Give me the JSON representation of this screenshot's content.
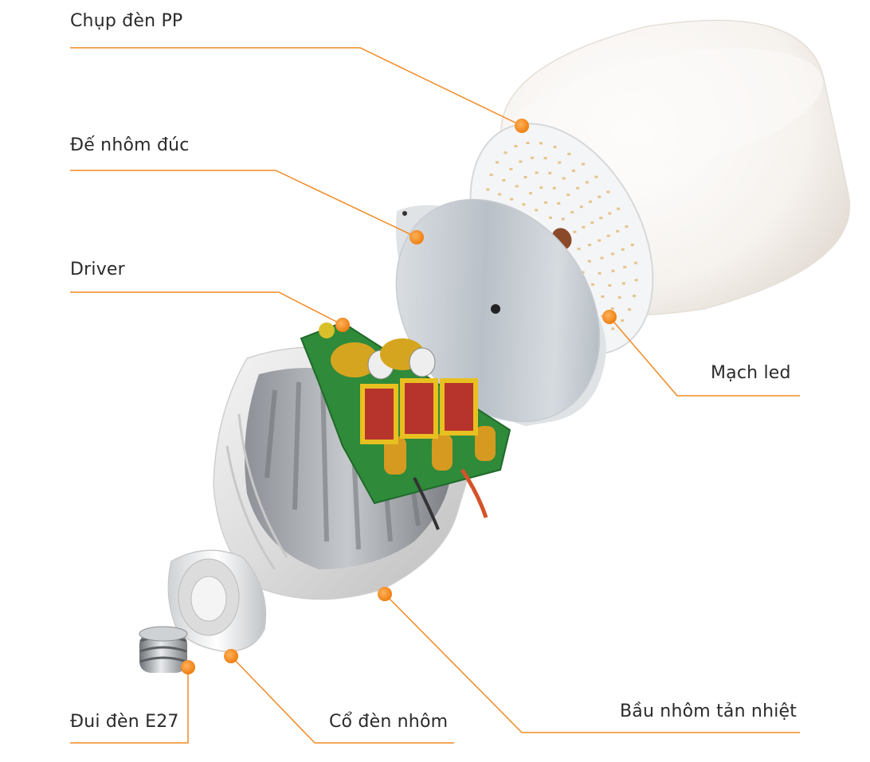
{
  "labels": {
    "chup_den": "Chụp đèn PP",
    "de_nhom": "Đế nhôm đúc",
    "driver": "Driver",
    "mach_led": "Mạch led",
    "bau_nhom": "Bầu nhôm tản nhiệt",
    "co_den": "Cổ đèn nhôm",
    "dui_den": "Đui đèn E27"
  },
  "colors": {
    "leader": "#f08a24",
    "dot": "#f28a20",
    "text": "#2a2a2a"
  }
}
